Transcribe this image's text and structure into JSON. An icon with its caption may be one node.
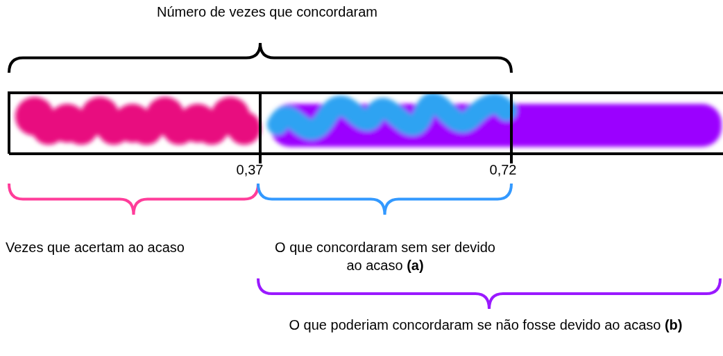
{
  "diagram": {
    "labels": [
      "Número de vezes que concordaram",
      "0,37",
      "0,72",
      "Vezes que acertam ao acaso",
      "O que concordaram sem ser devido ao acaso **(a)**",
      "O que poderiam concordaram se não fosse devido ao acaso **(b)**"
    ]
  }
}
